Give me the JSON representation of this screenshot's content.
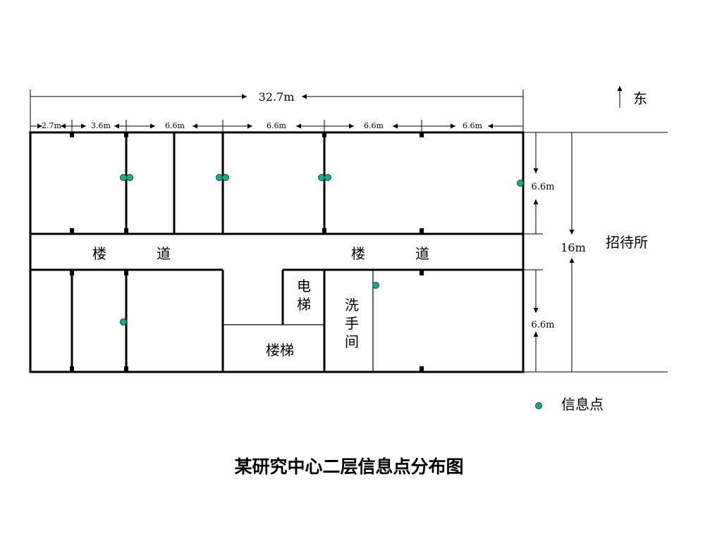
{
  "north_label": "东",
  "dimensions": {
    "total_width": "32.7m",
    "segments": [
      "2.7m",
      "3.6m",
      "6.6m",
      "6.6m",
      "6.6m",
      "6.6m"
    ],
    "north_rooms_depth": "6.6m",
    "south_rooms_depth": "6.6m",
    "total_depth": "16m"
  },
  "rooms": {
    "corridor_left_1": "楼",
    "corridor_left_2": "道",
    "corridor_right_1": "楼",
    "corridor_right_2": "道",
    "elevator_1": "电",
    "elevator_2": "梯",
    "washroom_1": "洗",
    "washroom_2": "手",
    "washroom_3": "间",
    "stairs": "楼梯",
    "guesthouse": "招待所"
  },
  "legend": {
    "info_point": "信息点"
  },
  "title": "某研究中心二层信息点分布图",
  "colors": {
    "info_point": "#1aa98a",
    "ink": "#000000"
  }
}
